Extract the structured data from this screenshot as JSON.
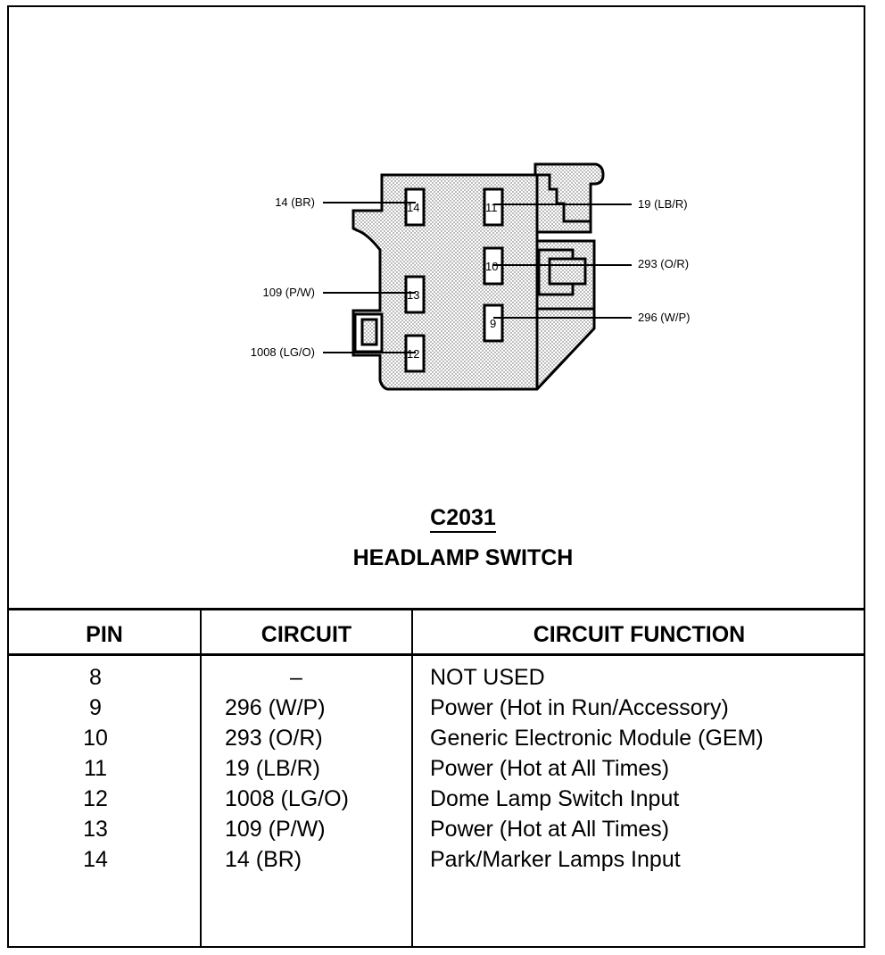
{
  "connector": {
    "id": "C2031",
    "name": "HEADLAMP SWITCH"
  },
  "diagram": {
    "wire_labels": {
      "left_top": "14 (BR)",
      "left_mid": "109 (P/W)",
      "left_bottom": "1008 (LG/O)",
      "right_top": "19 (LB/R)",
      "right_mid": "293 (O/R)",
      "right_bottom": "296 (W/P)"
    },
    "pin_numbers": {
      "p14": "14",
      "p11": "11",
      "p10": "10",
      "p13": "13",
      "p9": "9",
      "p12": "12"
    }
  },
  "table": {
    "headers": {
      "pin": "PIN",
      "circuit": "CIRCUIT",
      "function": "CIRCUIT FUNCTION"
    },
    "rows": [
      {
        "pin": "8",
        "circuit": "–",
        "function": "NOT USED"
      },
      {
        "pin": "9",
        "circuit": "296 (W/P)",
        "function": "Power (Hot in Run/Accessory)"
      },
      {
        "pin": "10",
        "circuit": "293 (O/R)",
        "function": "Generic Electronic Module (GEM)"
      },
      {
        "pin": "11",
        "circuit": "19 (LB/R)",
        "function": "Power (Hot at All Times)"
      },
      {
        "pin": "12",
        "circuit": "1008 (LG/O)",
        "function": "Dome Lamp Switch Input"
      },
      {
        "pin": "13",
        "circuit": "109 (P/W)",
        "function": "Power (Hot at All Times)"
      },
      {
        "pin": "14",
        "circuit": "14 (BR)",
        "function": "Park/Marker Lamps Input"
      }
    ]
  }
}
